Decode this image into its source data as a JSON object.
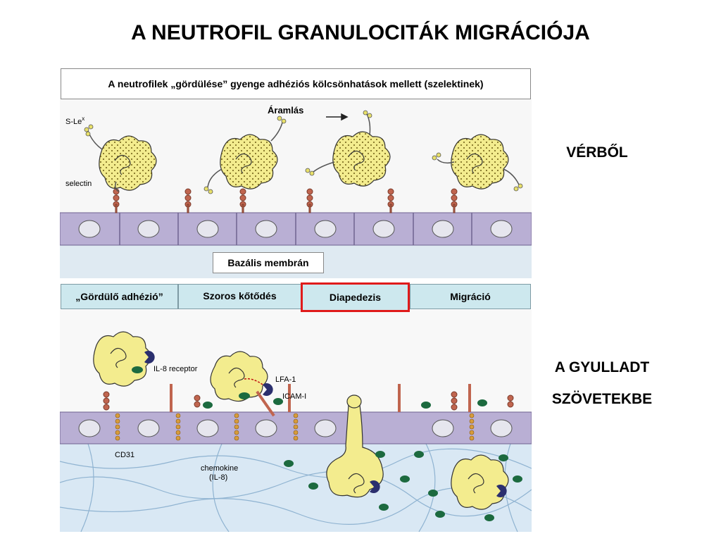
{
  "title": "A NEUTROFIL GRANULOCITÁK MIGRÁCIÓJA",
  "side_labels": {
    "blood": "VÉRBŐL",
    "tissue_line1": "A GYULLADT",
    "tissue_line2": "SZÖVETEKBE"
  },
  "top_panel": {
    "header": "A neutrofilek „gördülése” gyenge adhéziós kölcsönhatások mellett (szelektinek)",
    "flow_label": "Áramlás",
    "basal_label": "Bazális membrán",
    "labels": {
      "slex": "S-Le",
      "slex_sup": "x",
      "selectin": "selectin"
    }
  },
  "bottom_panel": {
    "stages": [
      {
        "label": "„Gördülő adhézió”"
      },
      {
        "label": "Szoros kőtődés"
      },
      {
        "label": "Diapedezis"
      },
      {
        "label": "Migráció"
      }
    ],
    "selected_stage": 2,
    "labels": {
      "il8_receptor": "IL-8 receptor",
      "lfa1": "LFA-1",
      "icam1": "ICAM-I",
      "cd31": "CD31",
      "chemokine": "chemokine",
      "il8": "(IL-8)"
    }
  },
  "colors": {
    "cell_fill": "#f3ec8e",
    "endothelium": "#b9afd4",
    "tissue": "#d9e8f4",
    "highlight": "#e01b1b",
    "chemokine": "#1c6a3f"
  }
}
